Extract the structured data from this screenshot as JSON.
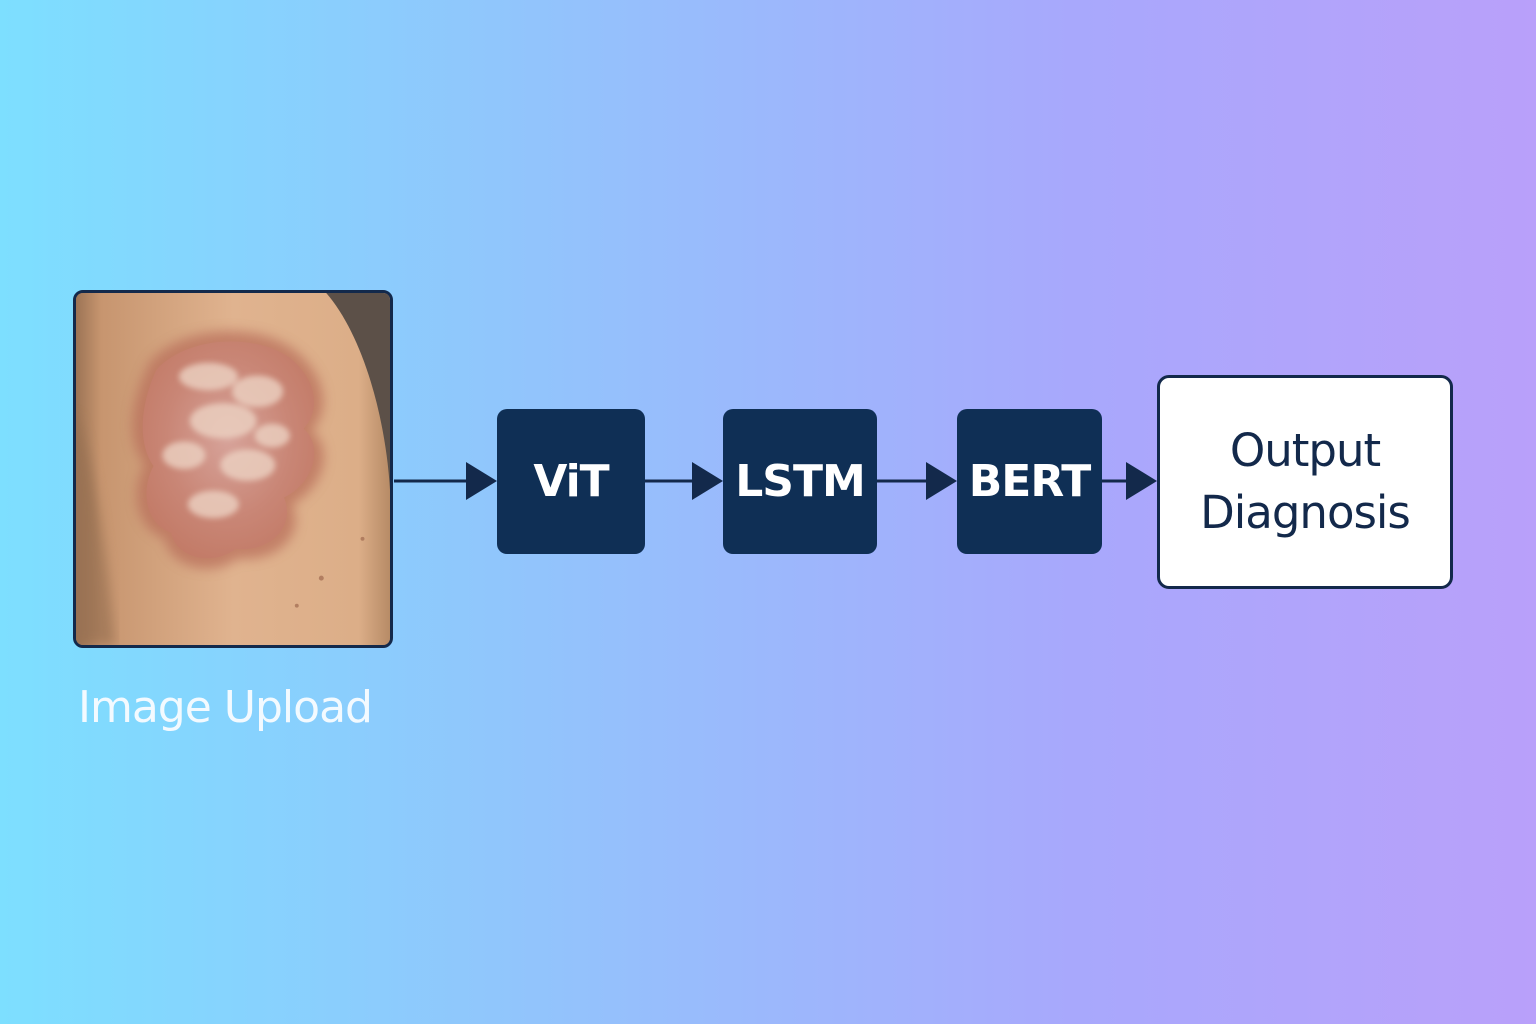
{
  "source": {
    "caption": "Image Upload",
    "image_icon": "skin-lesion-photo"
  },
  "pipeline": {
    "stages": [
      {
        "label": "ViT"
      },
      {
        "label": "LSTM"
      },
      {
        "label": "BERT"
      }
    ],
    "output": {
      "line1": "Output",
      "line2": "Diagnosis"
    }
  },
  "colors": {
    "box_fill": "#0f2f55",
    "arrow": "#13294b",
    "gradient_left": "#7ddfff",
    "gradient_right": "#b9a0fa"
  }
}
